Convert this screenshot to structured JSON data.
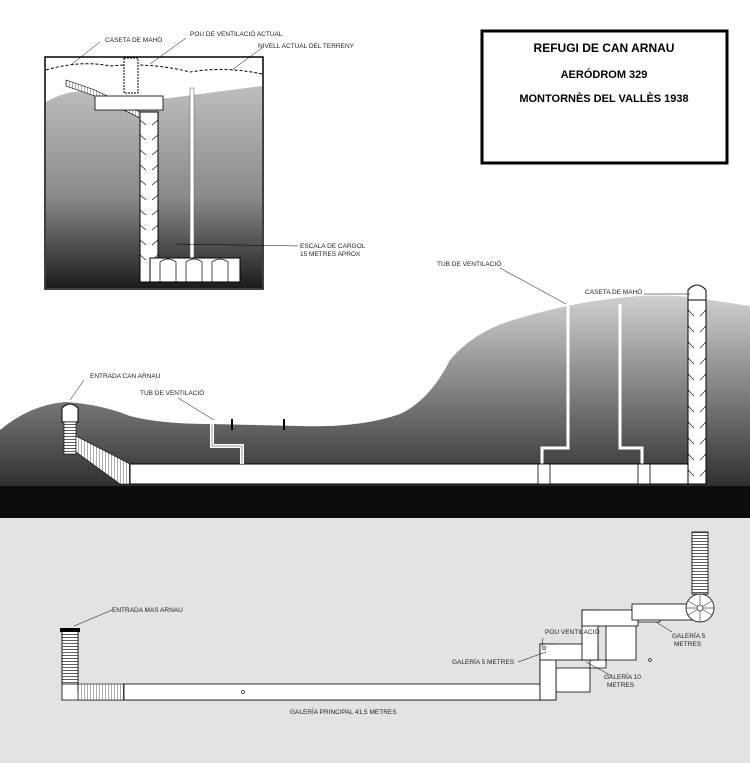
{
  "title_box": {
    "line1": "REFUGI DE CAN ARNAU",
    "line2": "AERÓDROM 329",
    "line3": "MONTORNÈS DEL VALLÈS 1938"
  },
  "inset": {
    "caseta_label": "CASETA DE MAHÓ",
    "pou_label": "POU DE VENTILACIÓ ACTUAL",
    "nivell_label": "NIVELL ACTUAL DEL TERRENY",
    "escala_label_1": "ESCALA DE CARGOL",
    "escala_label_2": "15 METRES APROX"
  },
  "section": {
    "entrada_label": "ENTRADA CAN ARNAU",
    "tub_left_label": "TUB DE VENTILACIÓ",
    "tub_right_label": "TUB DE VENTILACIÓ",
    "caseta_label": "CASETA DE MAHÓ"
  },
  "plan": {
    "entrada_label": "ENTRADA MAS ARNAU",
    "pou_label": "POU VENTILACIÓ",
    "galeria5_left": "GALERÍA 5 METRES",
    "galeria10_1": "GALERÍA 10",
    "galeria10_2": "METRES",
    "galeria5_right_1": "GALERÍA 5",
    "galeria5_right_2": "METRES",
    "principal_label": "GALERÍA PRINCIPAL 41,5 METRES"
  },
  "colors": {
    "plan_bg": "#e3e3e3",
    "ground_dark": "#1a1a1a",
    "ground_light": "#c4c4c4",
    "tunnel": "#ffffff"
  }
}
